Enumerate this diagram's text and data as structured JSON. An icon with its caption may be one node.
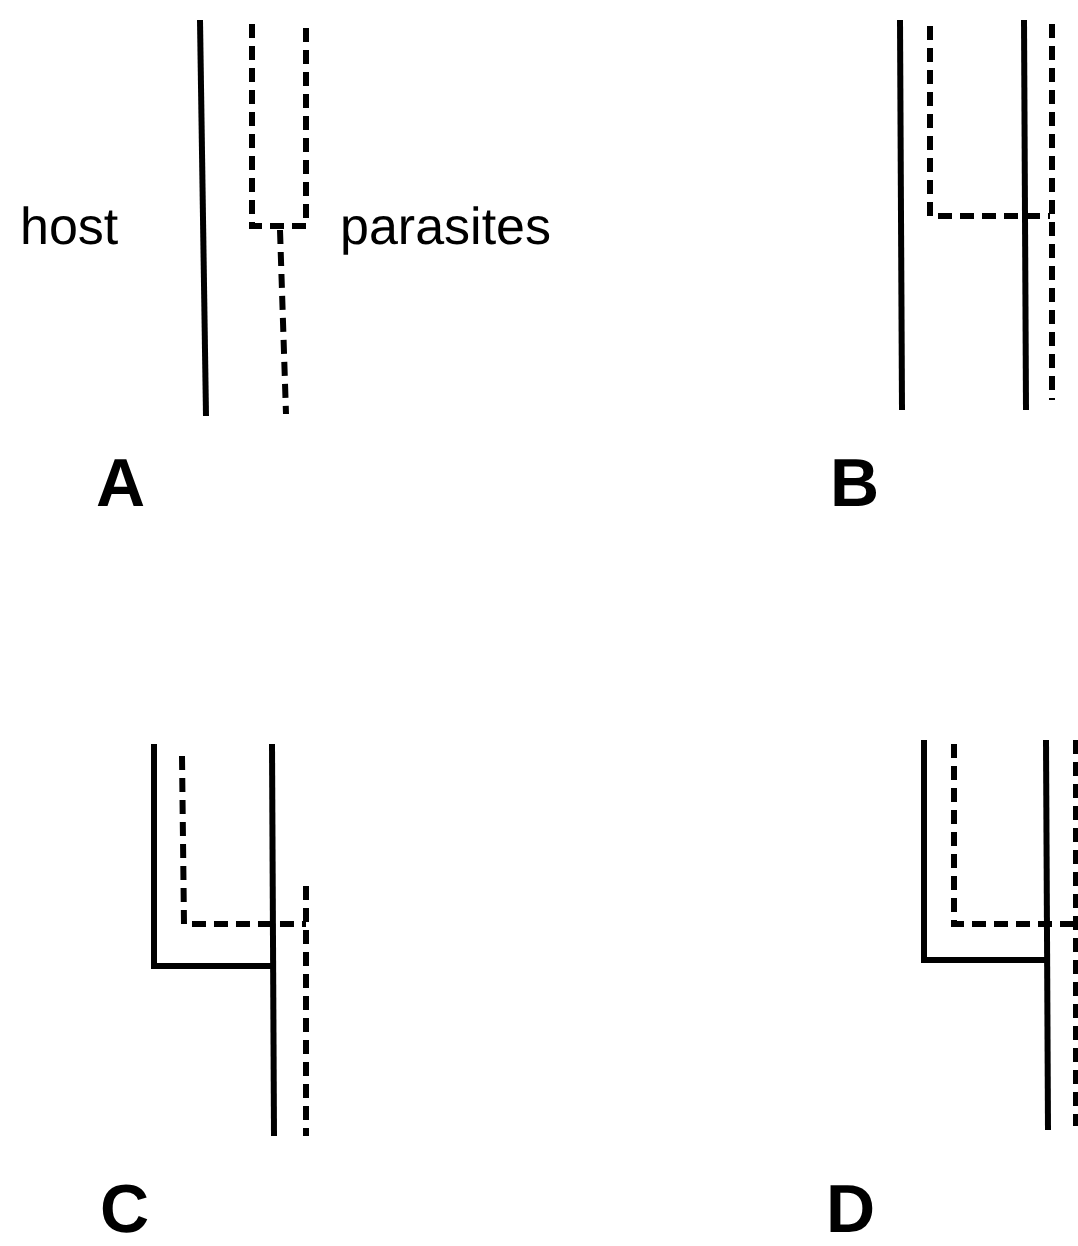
{
  "diagram": {
    "labels": [
      "host",
      "parasites",
      "A",
      "B",
      "C",
      "D"
    ]
  }
}
